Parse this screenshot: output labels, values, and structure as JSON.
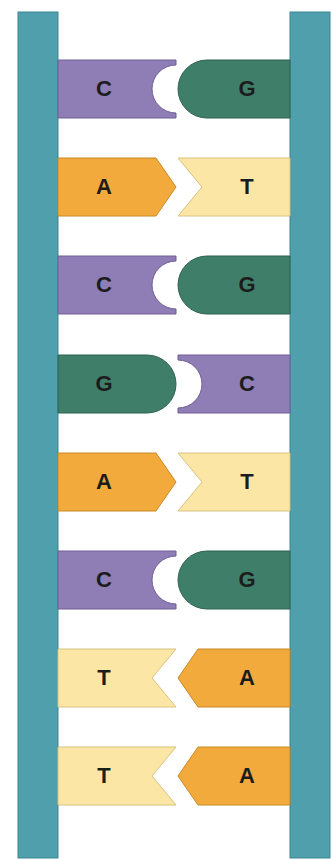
{
  "diagram": {
    "nodes": [
      {
        "text": [
          "C"
        ]
      },
      {
        "text": [
          "G"
        ]
      },
      {
        "text": [
          "A"
        ]
      },
      {
        "text": [
          "T"
        ]
      },
      {
        "text": [
          "C"
        ]
      },
      {
        "text": [
          "G"
        ]
      },
      {
        "text": [
          "G"
        ]
      },
      {
        "text": [
          "C"
        ]
      },
      {
        "text": [
          "A"
        ]
      },
      {
        "text": [
          "T"
        ]
      },
      {
        "text": [
          "C"
        ]
      },
      {
        "text": [
          "G"
        ]
      },
      {
        "text": [
          "T"
        ]
      },
      {
        "text": [
          "A"
        ]
      },
      {
        "text": [
          "T"
        ]
      },
      {
        "text": [
          "A"
        ]
      }
    ]
  }
}
